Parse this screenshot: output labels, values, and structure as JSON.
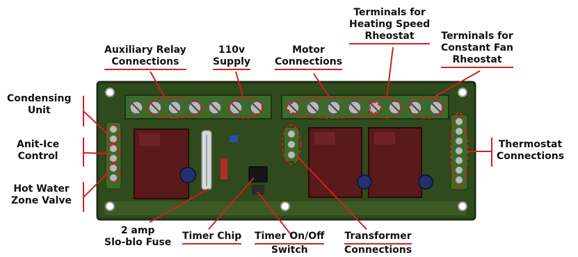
{
  "colors": {
    "callout": "#d21f1f",
    "board": "#2f4a1c",
    "board_edge": "#1d2e11",
    "relay": "#5a1a1a",
    "terminal": "#3b6a2a",
    "screw": "#b9b9b9"
  },
  "labels": {
    "aux_relay": [
      "Auxiliary Relay",
      "Connections"
    ],
    "supply": [
      "110v",
      "Supply"
    ],
    "motor": [
      "Motor",
      "Connections"
    ],
    "heating_rheostat": [
      "Terminals for",
      "Heating Speed",
      "Rheostat"
    ],
    "fan_rheostat": [
      "Terminals for",
      "Constant Fan",
      "Rheostat"
    ],
    "condensing": [
      "Condensing",
      "Unit"
    ],
    "anti_ice": [
      "Anit-Ice",
      "Control"
    ],
    "hot_water": [
      "Hot Water",
      "Zone Valve"
    ],
    "thermostat": [
      "Thermostat",
      "Connections"
    ],
    "fuse": [
      "2 amp",
      "Slo-blo Fuse"
    ],
    "timer_chip": [
      "Timer Chip"
    ],
    "timer_switch": [
      "Timer On/Off",
      "Switch"
    ],
    "transformer": [
      "Transformer",
      "Connections"
    ]
  }
}
